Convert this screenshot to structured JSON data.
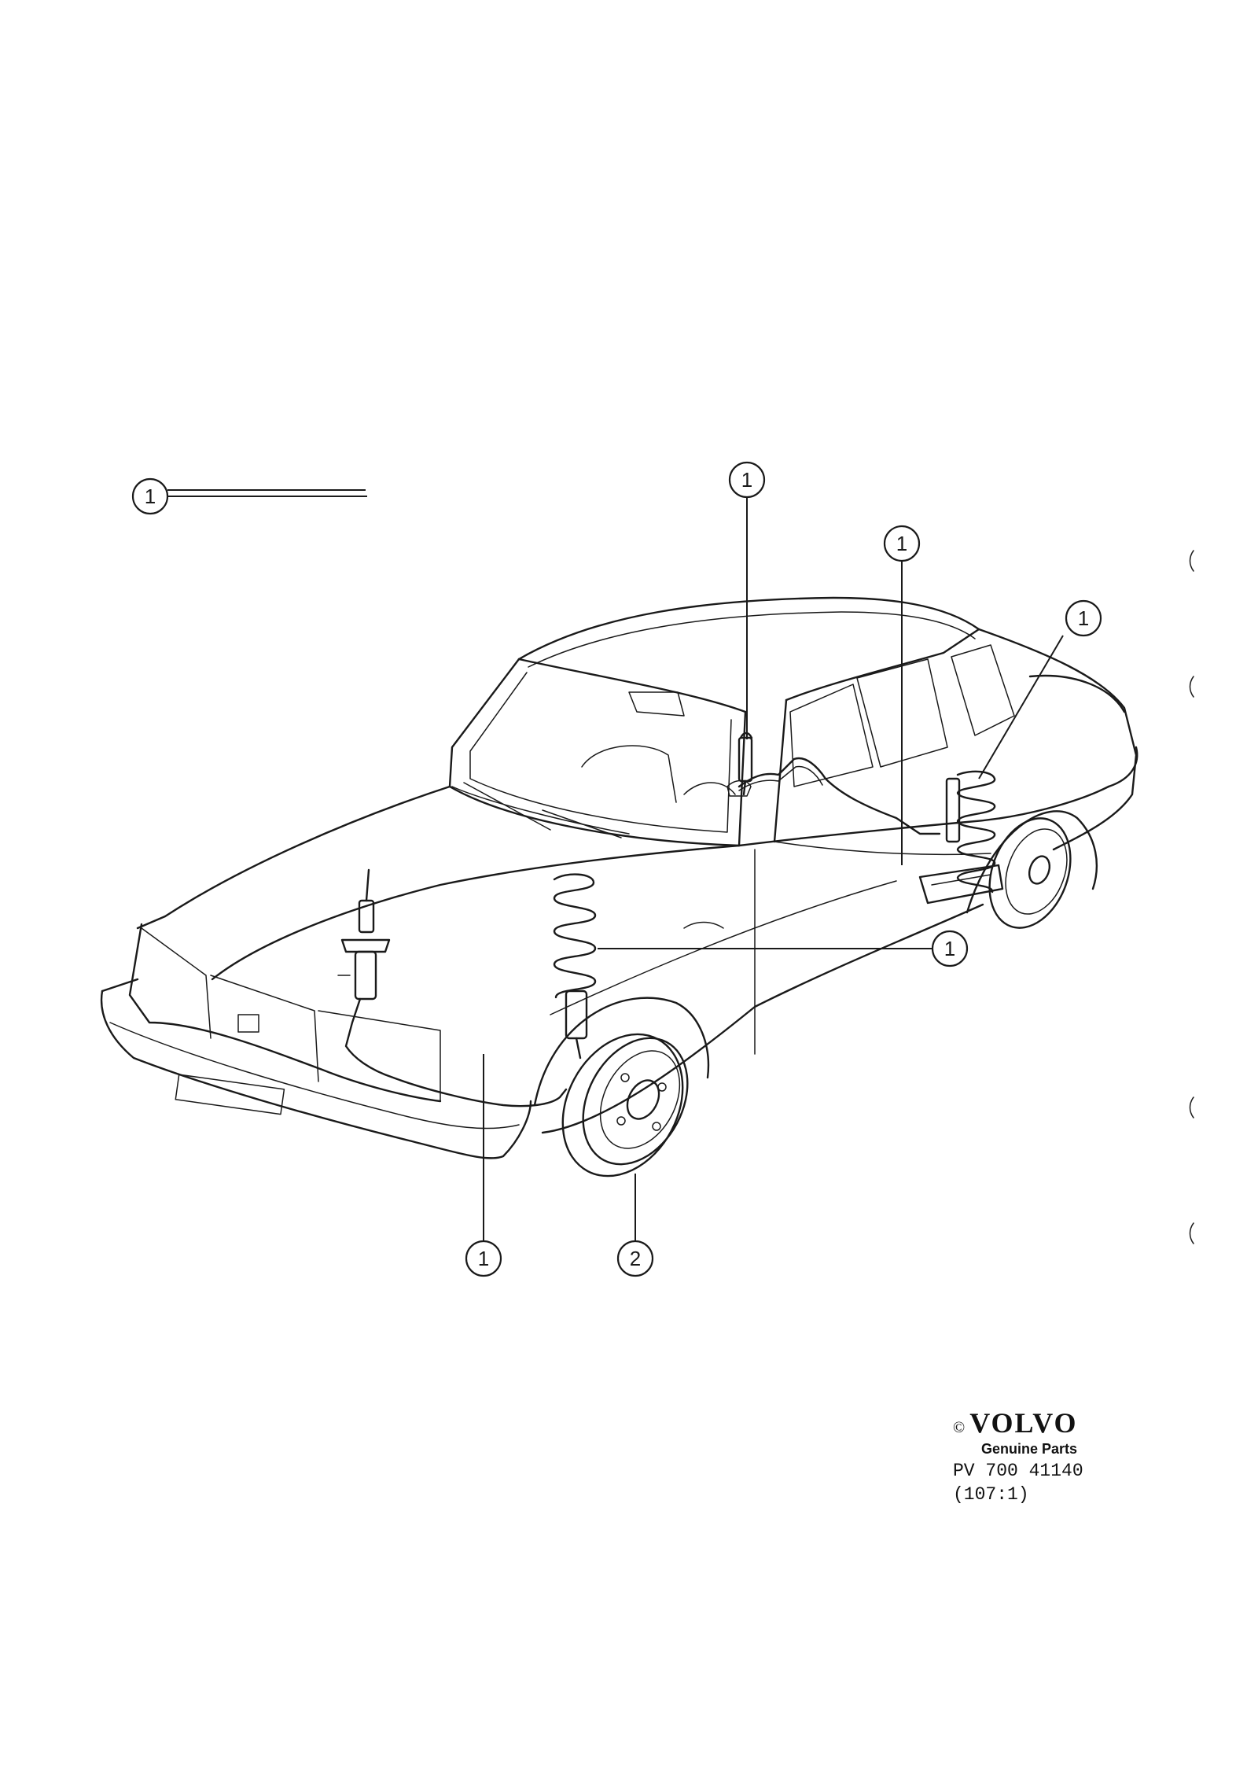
{
  "callouts": [
    {
      "id": "c1",
      "label": "1"
    },
    {
      "id": "c2",
      "label": "1"
    },
    {
      "id": "c3",
      "label": "1"
    },
    {
      "id": "c4",
      "label": "1"
    },
    {
      "id": "c5",
      "label": "1"
    },
    {
      "id": "c6",
      "label": "1"
    },
    {
      "id": "c7",
      "label": "2"
    }
  ],
  "brand": {
    "copyright": "©",
    "logo": "VOLVO",
    "tagline": "Genuine Parts",
    "code": "PV 700  41140",
    "page_ref": "(107:1)"
  },
  "icons": [
    "car-illustration-icon",
    "shock-absorber-icon",
    "coil-spring-icon",
    "wheel-icon"
  ]
}
